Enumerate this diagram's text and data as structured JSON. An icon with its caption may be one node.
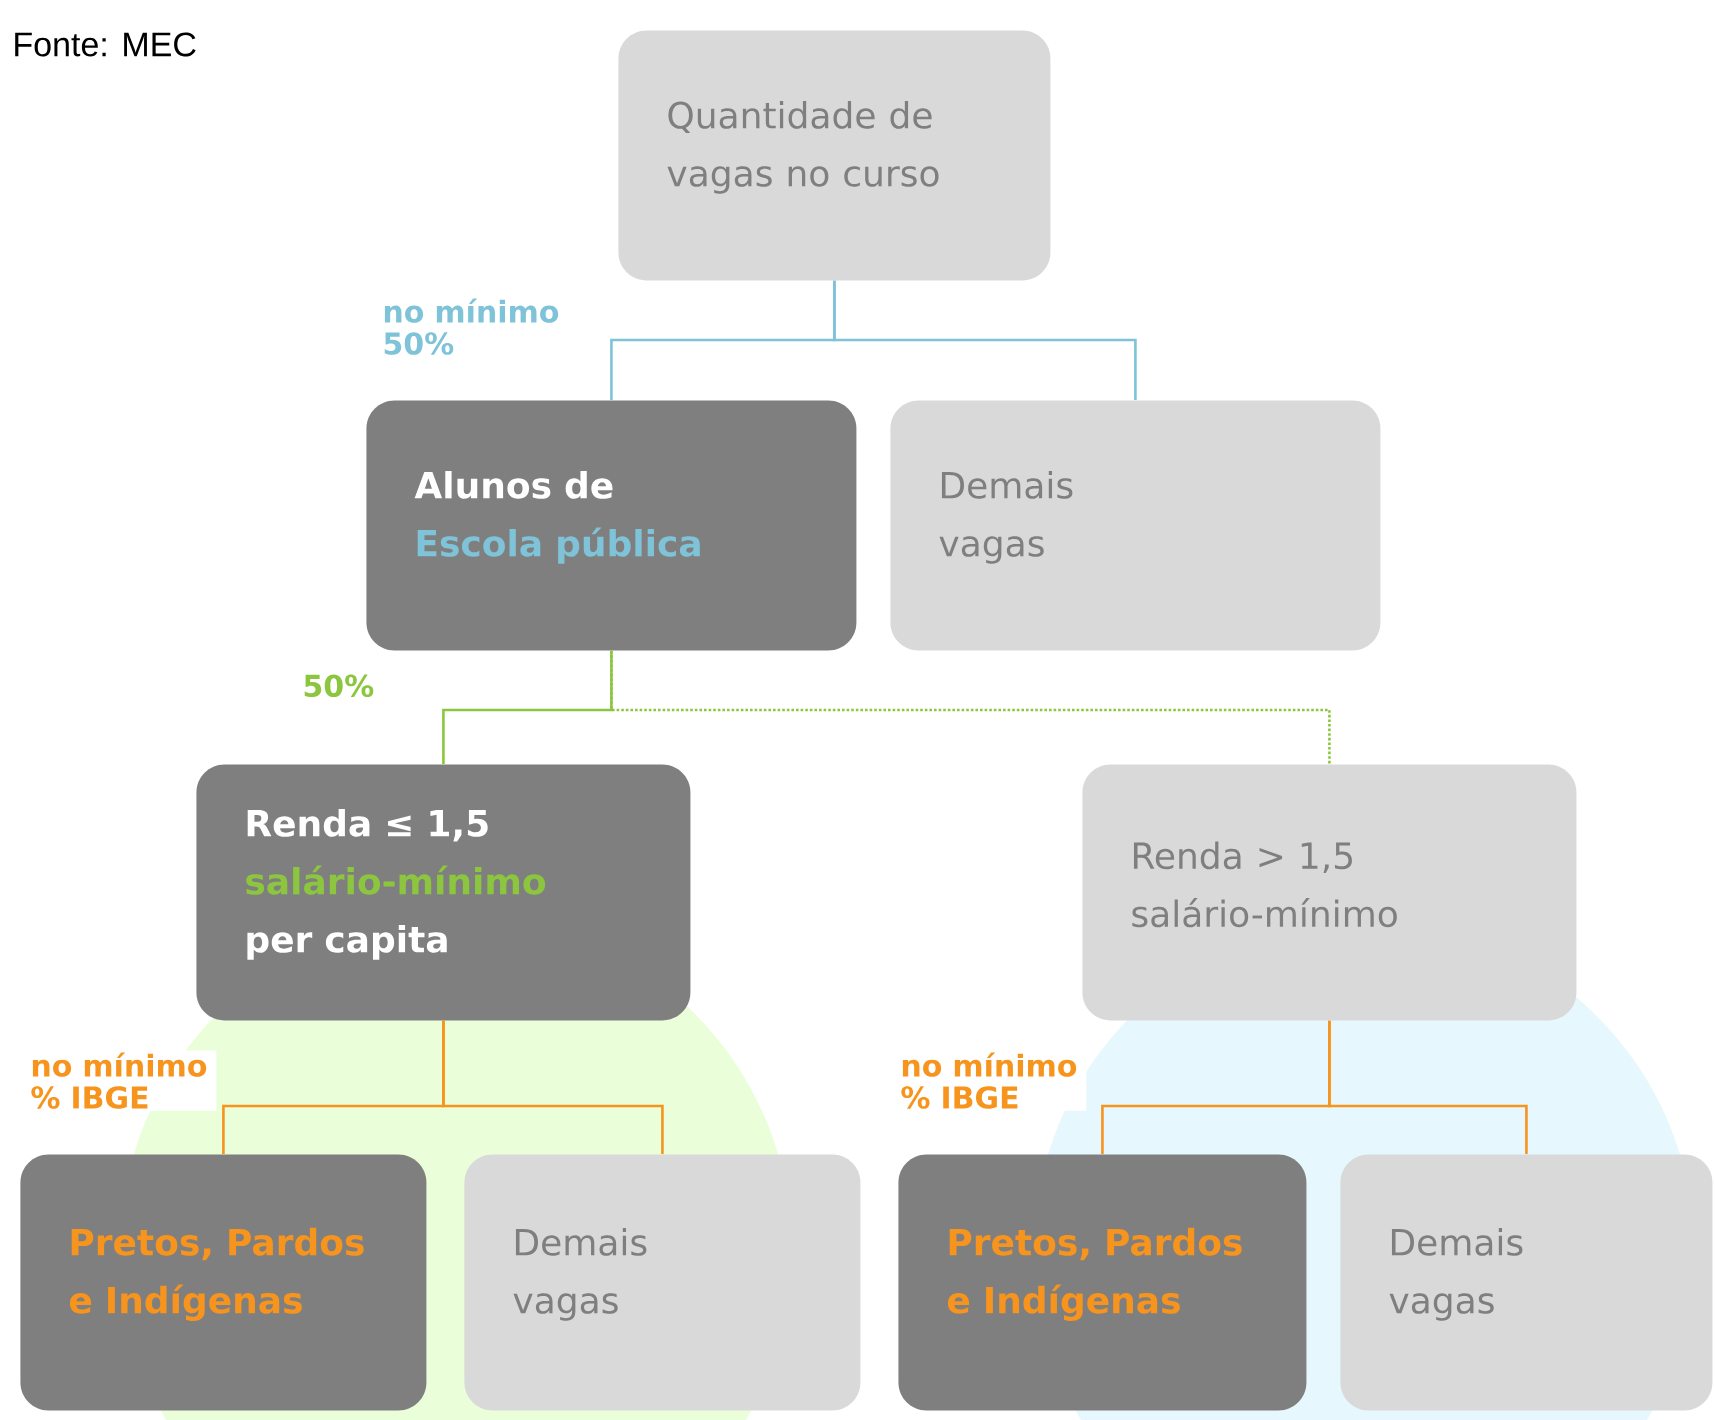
{
  "diagram": {
    "nodes": [
      {
        "text": [
          "Quantidade de vagas no curso"
        ]
      },
      {
        "text": [
          "Alunos de",
          "Escola pública"
        ]
      },
      {
        "text": [
          "Demais vagas"
        ]
      },
      {
        "text": [
          "Renda ≤ 1,5",
          "salário-mínimo",
          "per capita"
        ]
      },
      {
        "text": [
          "Renda > 1,5 salário-mínimo"
        ]
      },
      {
        "text": [
          "Pretos, Pardos e Indígenas"
        ]
      },
      {
        "text": [
          "Demais vagas"
        ]
      },
      {
        "text": [
          "Pretos, Pardos e Indígenas"
        ]
      },
      {
        "text": [
          "Demais vagas"
        ]
      }
    ],
    "edges": [
      {
        "from": 0,
        "to": 1,
        "arrow": "none",
        "label": "no mínimo 50%",
        "color": "#7ec3d8"
      },
      {
        "from": 0,
        "to": 2,
        "arrow": "none",
        "color": "#7ec3d8"
      },
      {
        "from": 1,
        "to": 3,
        "arrow": "none",
        "label": "50%",
        "color": "#8cc63f"
      },
      {
        "from": 1,
        "to": 4,
        "arrow": "none",
        "style": "dashed",
        "color": "#8cc63f"
      },
      {
        "from": 3,
        "to": 5,
        "arrow": "none",
        "label": "no mínimo % IBGE"
      },
      {
        "from": 3,
        "to": 6,
        "arrow": "none"
      },
      {
        "from": 4,
        "to": 7,
        "arrow": "none",
        "label": "no mínimo % IBGE"
      },
      {
        "from": 4,
        "to": 8,
        "arrow": "none"
      }
    ],
    "labels": [
      "Fonte: MEC"
    ]
  }
}
